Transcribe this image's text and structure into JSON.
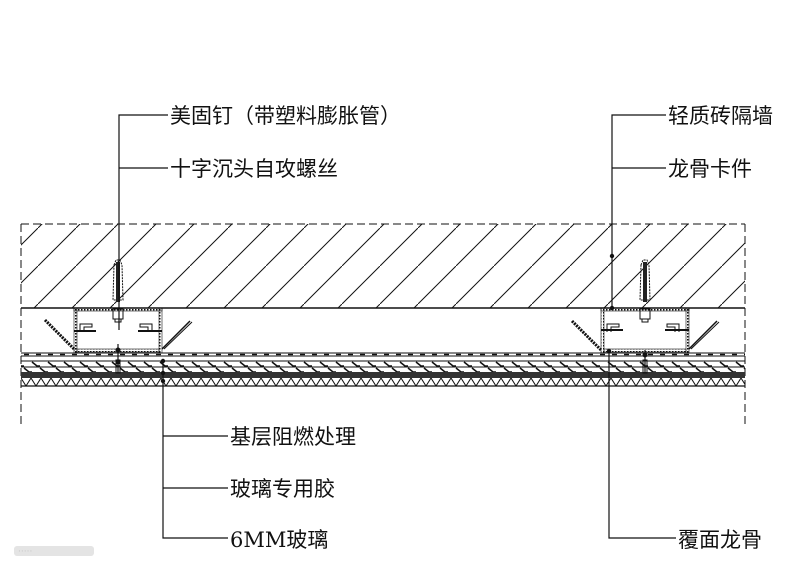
{
  "drawing": {
    "title": "玻璃墙面节点详图",
    "labels_left_top": [
      {
        "id": "expansion-anchor",
        "text": "美固钉（带塑料膨胀管）"
      },
      {
        "id": "countersunk-screw",
        "text": "十字沉头自攻螺丝"
      }
    ],
    "labels_right_top": [
      {
        "id": "lightweight-brick-wall",
        "text": "轻质砖隔墙"
      },
      {
        "id": "keel-clip",
        "text": "龙骨卡件"
      }
    ],
    "labels_left_bottom": [
      {
        "id": "fire-retardant-base",
        "text": "基层阻燃处理"
      },
      {
        "id": "glass-adhesive",
        "text": "玻璃专用胶"
      },
      {
        "id": "glass-6mm",
        "text": "6MM玻璃"
      }
    ],
    "labels_right_bottom": [
      {
        "id": "surface-keel",
        "text": "覆面龙骨"
      }
    ],
    "watermark": "·····"
  },
  "colors": {
    "line": "#111111",
    "dark_layer": "#333333",
    "background": "#ffffff"
  }
}
